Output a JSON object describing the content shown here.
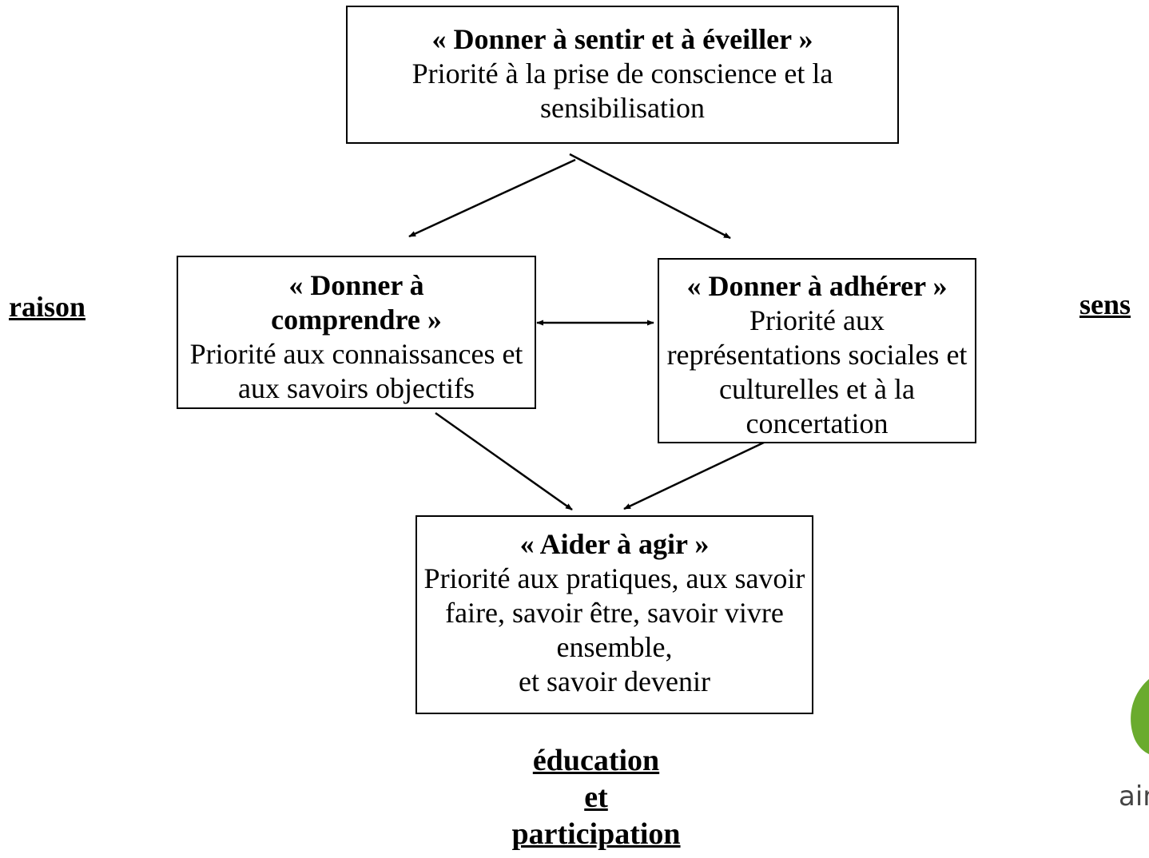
{
  "boxes": {
    "top": {
      "title": "« Donner à sentir et à éveiller »",
      "desc": "Priorité à la prise de conscience et la sensibilisation"
    },
    "left": {
      "title": "« Donner à comprendre »",
      "desc": "Priorité aux connaissances et aux savoirs objectifs"
    },
    "right": {
      "title": "« Donner à adhérer »",
      "desc": "Priorité aux représentations sociales et culturelles et à la concertation"
    },
    "bottom": {
      "title": "« Aider à agir »",
      "desc": "Priorité aux pratiques, aux savoir faire, savoir être, savoir vivre ensemble,",
      "desc2": "et savoir devenir"
    }
  },
  "labels": {
    "left": "raison",
    "right": "sens",
    "bottom": [
      "éducation",
      "et",
      "participation"
    ]
  },
  "logo": {
    "text": "aimo",
    "color": "#6aab2e"
  }
}
